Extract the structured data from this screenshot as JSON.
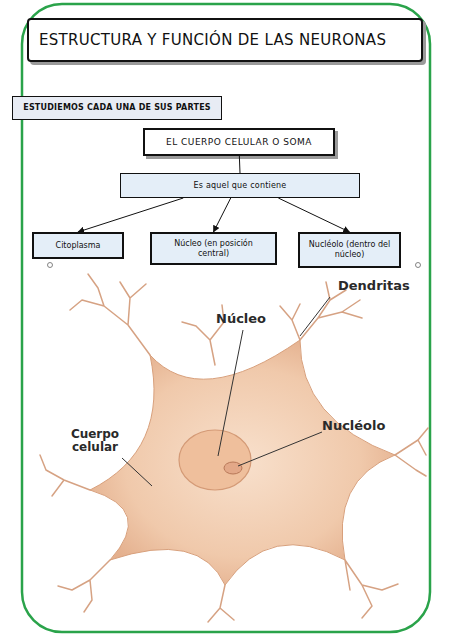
{
  "diagram": {
    "title": "ESTRUCTURA Y FUNCIÓN DE LAS NEURONAS",
    "nodes": [
      {
        "text": [
          "ESTUDIEMOS CADA UNA DE SUS PARTES"
        ]
      },
      {
        "text": [
          "EL CUERPO CELULAR O SOMA"
        ]
      },
      {
        "text": [
          "Es aquel que contiene"
        ]
      },
      {
        "text": [
          "Citoplasma"
        ]
      },
      {
        "text": [
          "Núcleo (en posición central)"
        ]
      },
      {
        "text": [
          "Nucléolo (dentro del núcleo)"
        ]
      }
    ],
    "edges": [
      {
        "from": 1,
        "to": 2,
        "arrow": "none"
      },
      {
        "from": 2,
        "to": 3,
        "arrow": "to"
      },
      {
        "from": 2,
        "to": 4,
        "arrow": "to"
      },
      {
        "from": 2,
        "to": 5,
        "arrow": "to"
      }
    ],
    "labels": [
      "Dendritas",
      "Núcleo",
      "Nucléolo",
      "Cuerpo celular"
    ]
  }
}
